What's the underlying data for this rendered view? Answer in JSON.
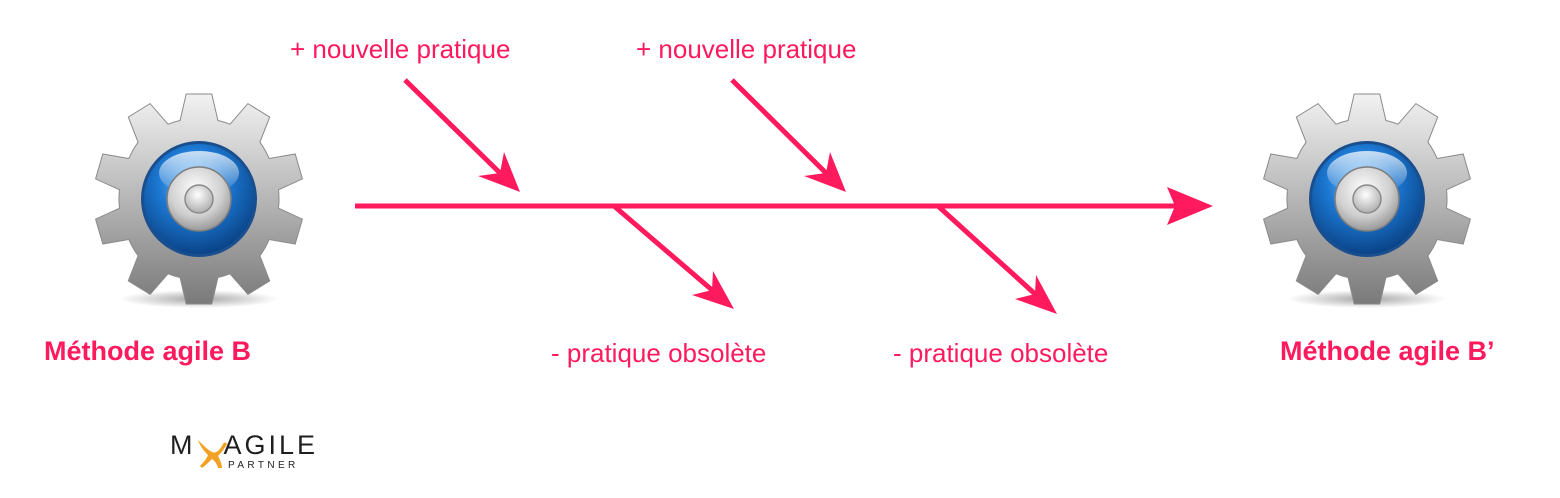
{
  "diagram": {
    "top_labels": [
      "+ nouvelle pratique",
      "+ nouvelle pratique"
    ],
    "bottom_labels": [
      "- pratique obsolète",
      "- pratique obsolète"
    ],
    "source_method": "Méthode agile B",
    "target_method": "Méthode agile B’"
  },
  "logo": {
    "alt": "MYAGILE PARTNER",
    "prefix": "M",
    "name": "AGILE",
    "sub": "PARTNER"
  },
  "colors": {
    "accent": "#ff1a5e",
    "gear_metal": "#b8b8b8",
    "gear_blue": "#1c78d2",
    "logo_orange": "#f2a124"
  }
}
